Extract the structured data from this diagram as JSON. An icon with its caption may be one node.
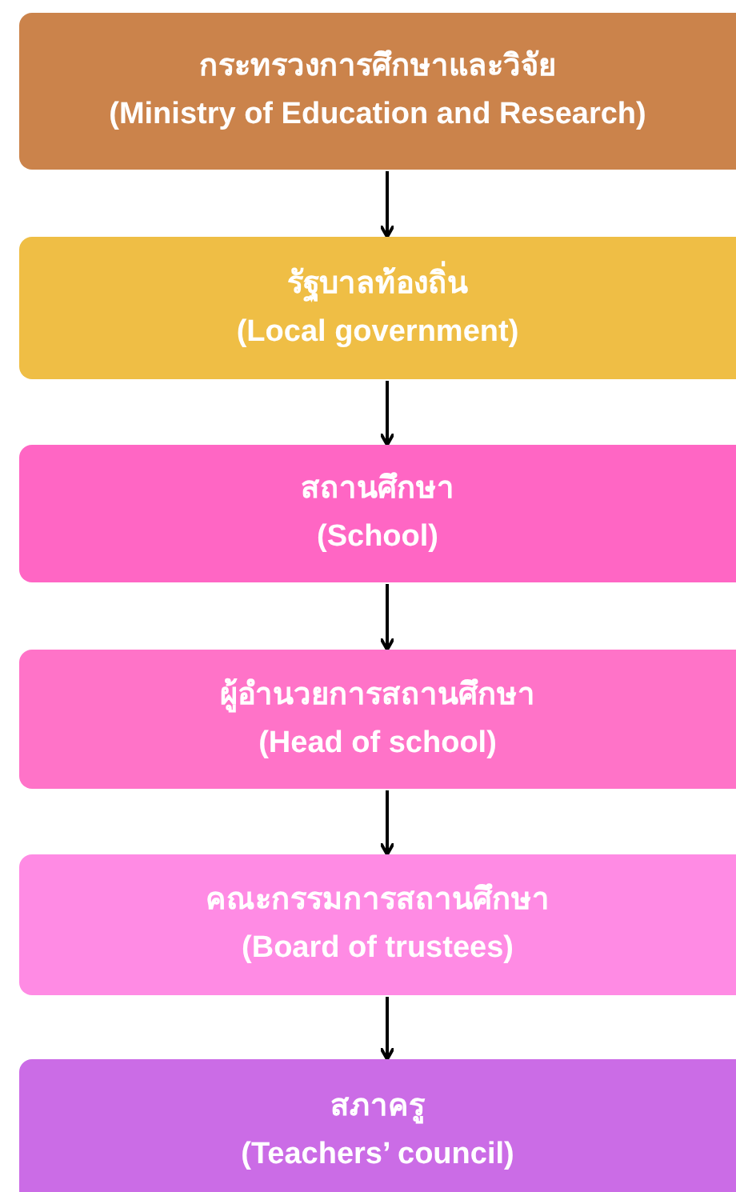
{
  "diagram": {
    "nodes": [
      {
        "text": [
          "กระทรวงการศึกษาและวิจัย",
          "(Ministry of Education and Research)"
        ]
      },
      {
        "text": [
          "รัฐบาลท้องถิ่น",
          "(Local government)"
        ]
      },
      {
        "text": [
          "สถานศึกษา",
          "(School)"
        ]
      },
      {
        "text": [
          "ผู้อำนวยการสถานศึกษา",
          "(Head of school)"
        ]
      },
      {
        "text": [
          "คณะกรรมการสถานศึกษา",
          "(Board of trustees)"
        ]
      },
      {
        "text": [
          "สภาครู",
          "(Teachers’ council)"
        ]
      }
    ],
    "edges": [
      {
        "from": 0,
        "to": 1,
        "arrow": "to"
      },
      {
        "from": 1,
        "to": 2,
        "arrow": "to"
      },
      {
        "from": 2,
        "to": 3,
        "arrow": "to"
      },
      {
        "from": 3,
        "to": 4,
        "arrow": "to"
      },
      {
        "from": 4,
        "to": 5,
        "arrow": "to"
      }
    ]
  }
}
